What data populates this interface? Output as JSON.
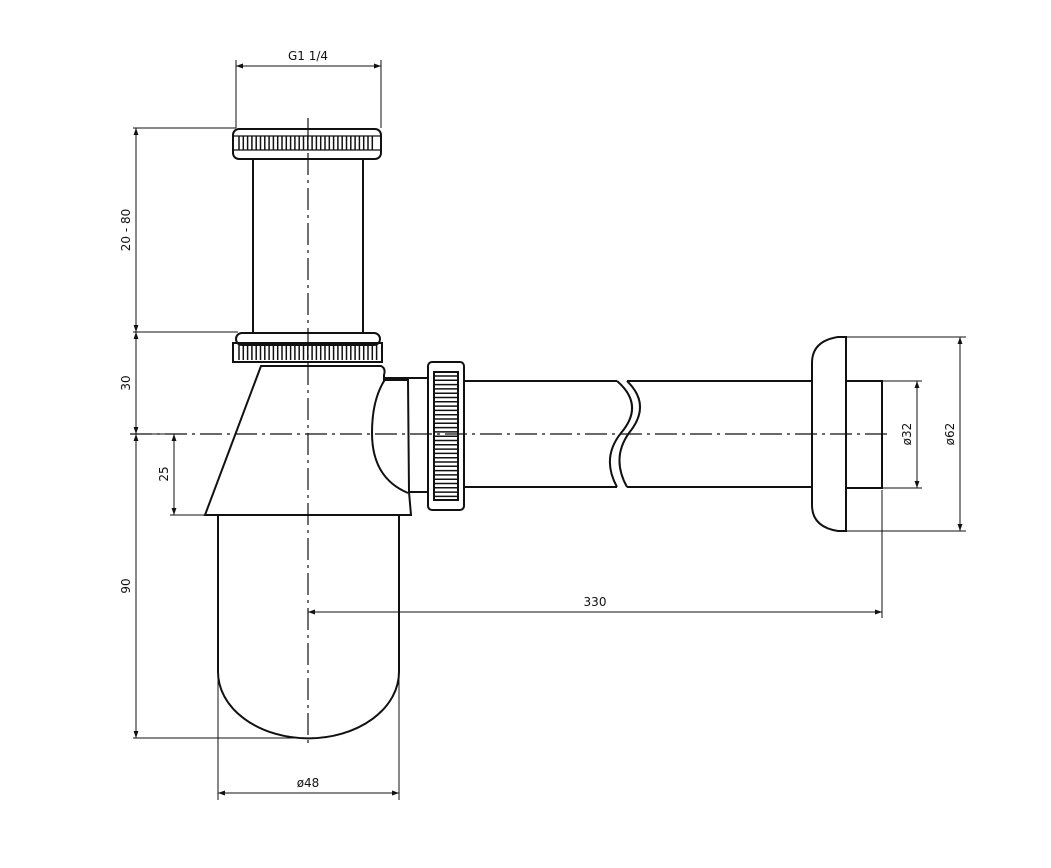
{
  "diagram": {
    "subject": "bottle trap technical drawing",
    "colors": {
      "line": "#111111",
      "background": "#ffffff"
    },
    "dimensions": {
      "thread": "G1 1/4",
      "tail_length": "20 - 80",
      "collar_height": "30",
      "inlet_offset": "25",
      "body_height": "90",
      "outlet_length": "330",
      "body_diameter": "ø48",
      "outlet_diameter": "ø32",
      "rosette_diameter": "ø62"
    }
  }
}
